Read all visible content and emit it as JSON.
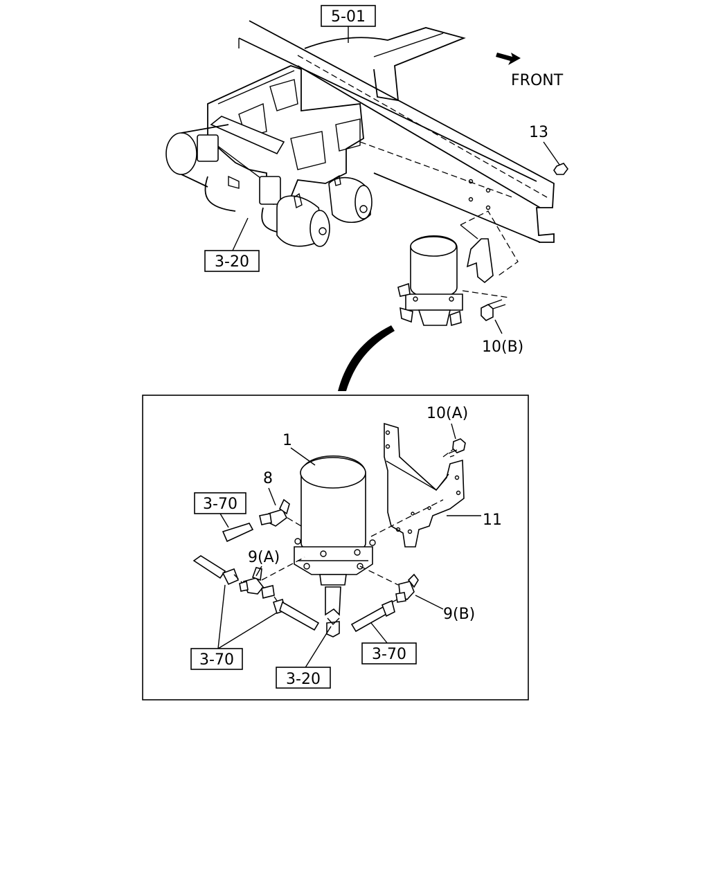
{
  "top_view": {
    "ref_frame": "5-01",
    "ref_tanks": "3-20",
    "front_label": "FRONT",
    "callout_nut": "13",
    "callout_bolt_b": "10(B)"
  },
  "detail_view": {
    "callout_dryer": "1",
    "callout_elbow": "8",
    "callout_bolt_a": "10(A)",
    "callout_bracket": "11",
    "callout_fitting_a": "9(A)",
    "callout_fitting_b": "9(B)",
    "ref_pipe_left_top": "3-70",
    "ref_pipe_left_bottom": "3-70",
    "ref_pipe_right": "3-70",
    "ref_pipe_center": "3-20"
  }
}
